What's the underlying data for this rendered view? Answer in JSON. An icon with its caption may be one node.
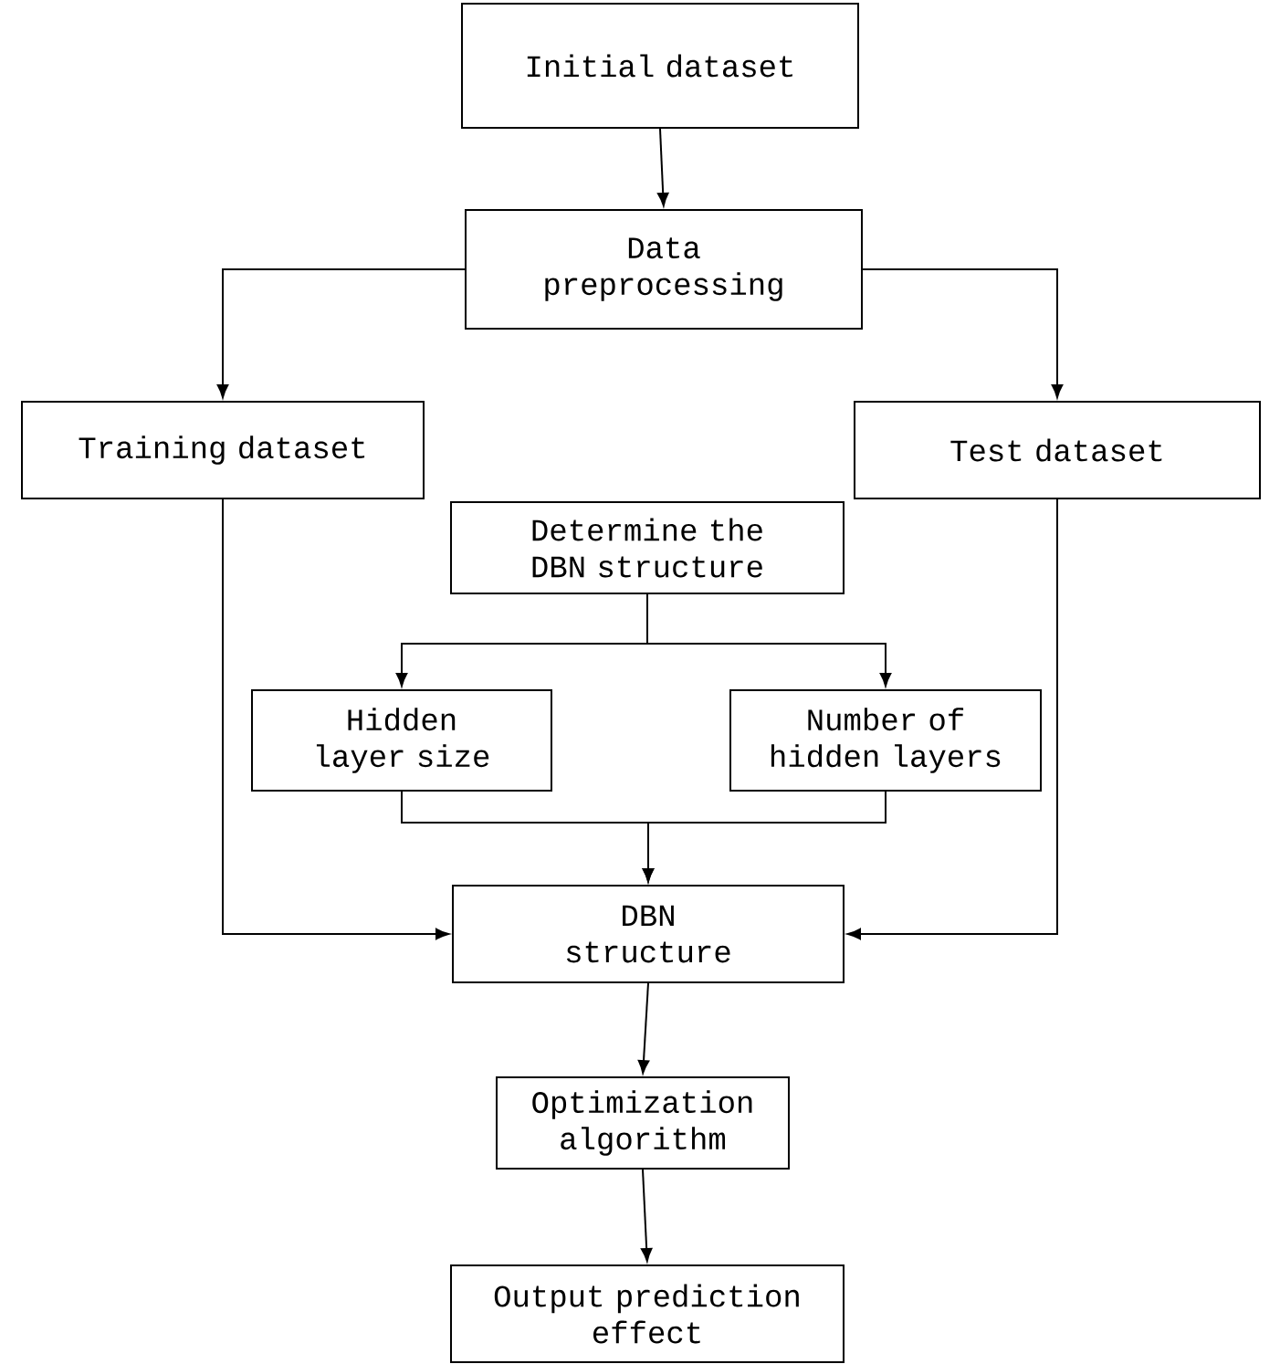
{
  "diagram": {
    "nodes": [
      {
        "text": [
          "Initial dataset"
        ]
      },
      {
        "text": [
          "Data preprocessing"
        ]
      },
      {
        "text": [
          "Training dataset"
        ]
      },
      {
        "text": [
          "Test dataset"
        ]
      },
      {
        "text": [
          "Determine the DBN structure"
        ]
      },
      {
        "text": [
          "Hidden layer size"
        ]
      },
      {
        "text": [
          "Number of hidden layers"
        ]
      },
      {
        "text": [
          "DBN structure"
        ]
      },
      {
        "text": [
          "Optimization algorithm"
        ]
      },
      {
        "text": [
          "Output prediction effect"
        ]
      }
    ],
    "edges": [
      {
        "from": 0,
        "to": 1,
        "arrow": "to"
      },
      {
        "from": 1,
        "to": 2,
        "arrow": "to"
      },
      {
        "from": 1,
        "to": 3,
        "arrow": "to"
      },
      {
        "from": 4,
        "to": 5,
        "arrow": "to"
      },
      {
        "from": 4,
        "to": 6,
        "arrow": "to"
      },
      {
        "from": 5,
        "to": 7,
        "arrow": "to"
      },
      {
        "from": 6,
        "to": 7,
        "arrow": "to"
      },
      {
        "from": 2,
        "to": 7,
        "arrow": "to"
      },
      {
        "from": 3,
        "to": 7,
        "arrow": "to"
      },
      {
        "from": 7,
        "to": 8,
        "arrow": "to"
      },
      {
        "from": 8,
        "to": 9,
        "arrow": "to"
      }
    ]
  }
}
